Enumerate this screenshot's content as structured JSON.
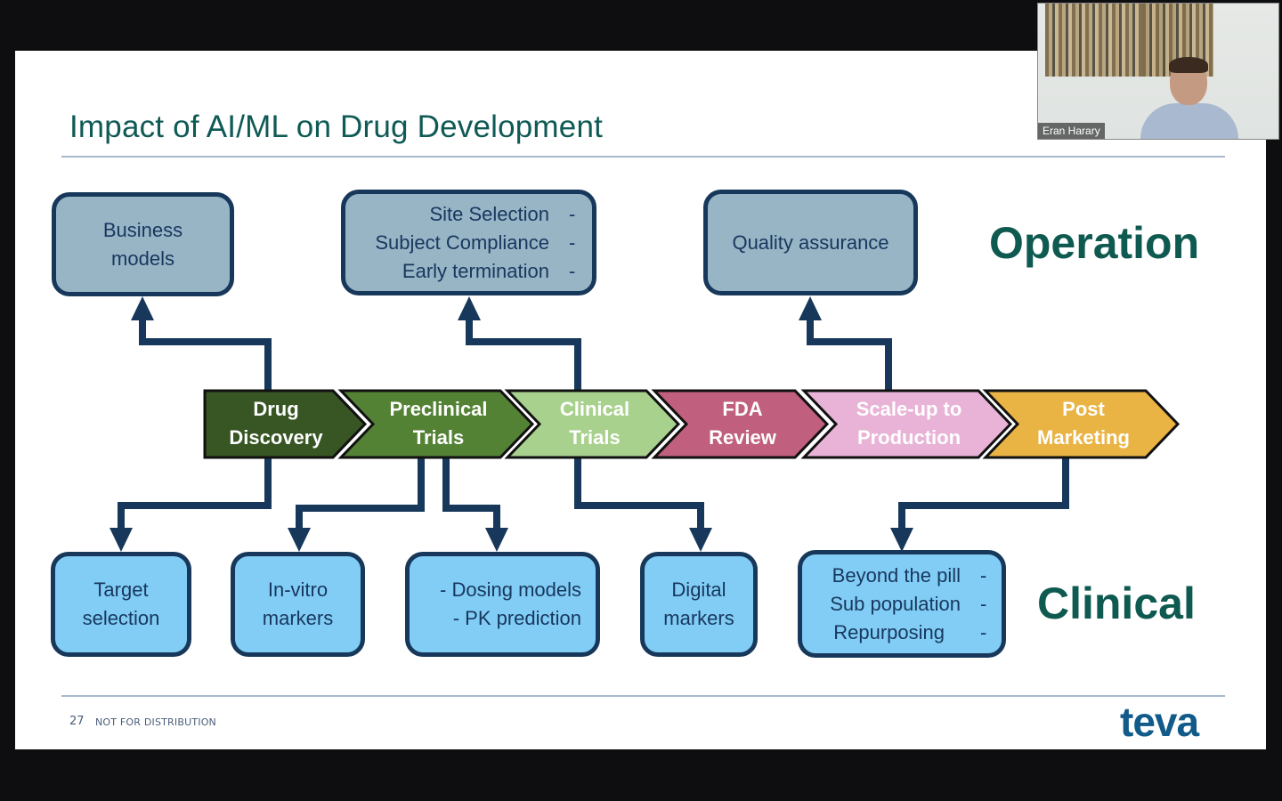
{
  "slide": {
    "title": "Impact of AI/ML on Drug Development",
    "page_number": "27",
    "footer_note": "NOT FOR DISTRIBUTION",
    "logo_text": "teva",
    "section_labels": {
      "operation": "Operation",
      "clinical": "Clinical"
    },
    "stages": [
      {
        "line1": "Drug",
        "line2": "Discovery",
        "color": "#375623"
      },
      {
        "line1": "Preclinical",
        "line2": "Trials",
        "color": "#548235"
      },
      {
        "line1": "Clinical",
        "line2": "Trials",
        "color": "#a9d18e"
      },
      {
        "line1": "FDA",
        "line2": "Review",
        "color": "#c0607e"
      },
      {
        "line1": "Scale-up to",
        "line2": "Production",
        "color": "#e8b3d6"
      },
      {
        "line1": "Post",
        "line2": "Marketing",
        "color": "#e9b444"
      }
    ],
    "operation_boxes": [
      {
        "lines": [
          "Business",
          "models"
        ]
      },
      {
        "items": [
          "Site Selection",
          "Subject Compliance",
          "Early termination"
        ],
        "bullet": "-"
      },
      {
        "lines": [
          "Quality assurance"
        ]
      }
    ],
    "clinical_boxes": [
      {
        "lines": [
          "Target",
          "selection"
        ]
      },
      {
        "lines": [
          "In-vitro",
          "markers"
        ]
      },
      {
        "lines": [
          "- Dosing models",
          "- PK prediction"
        ]
      },
      {
        "lines": [
          "Digital",
          "markers"
        ]
      },
      {
        "items": [
          "Beyond the pill",
          "Sub population",
          "Repurposing"
        ],
        "bullet": "-"
      }
    ],
    "colors": {
      "title": "#0f5a55",
      "connector": "#17385a",
      "operation_box": "#98b5c6",
      "clinical_box": "#82cdf5",
      "section_label": "#0f5a50"
    }
  },
  "video": {
    "participant_name": "Eran Harary"
  }
}
